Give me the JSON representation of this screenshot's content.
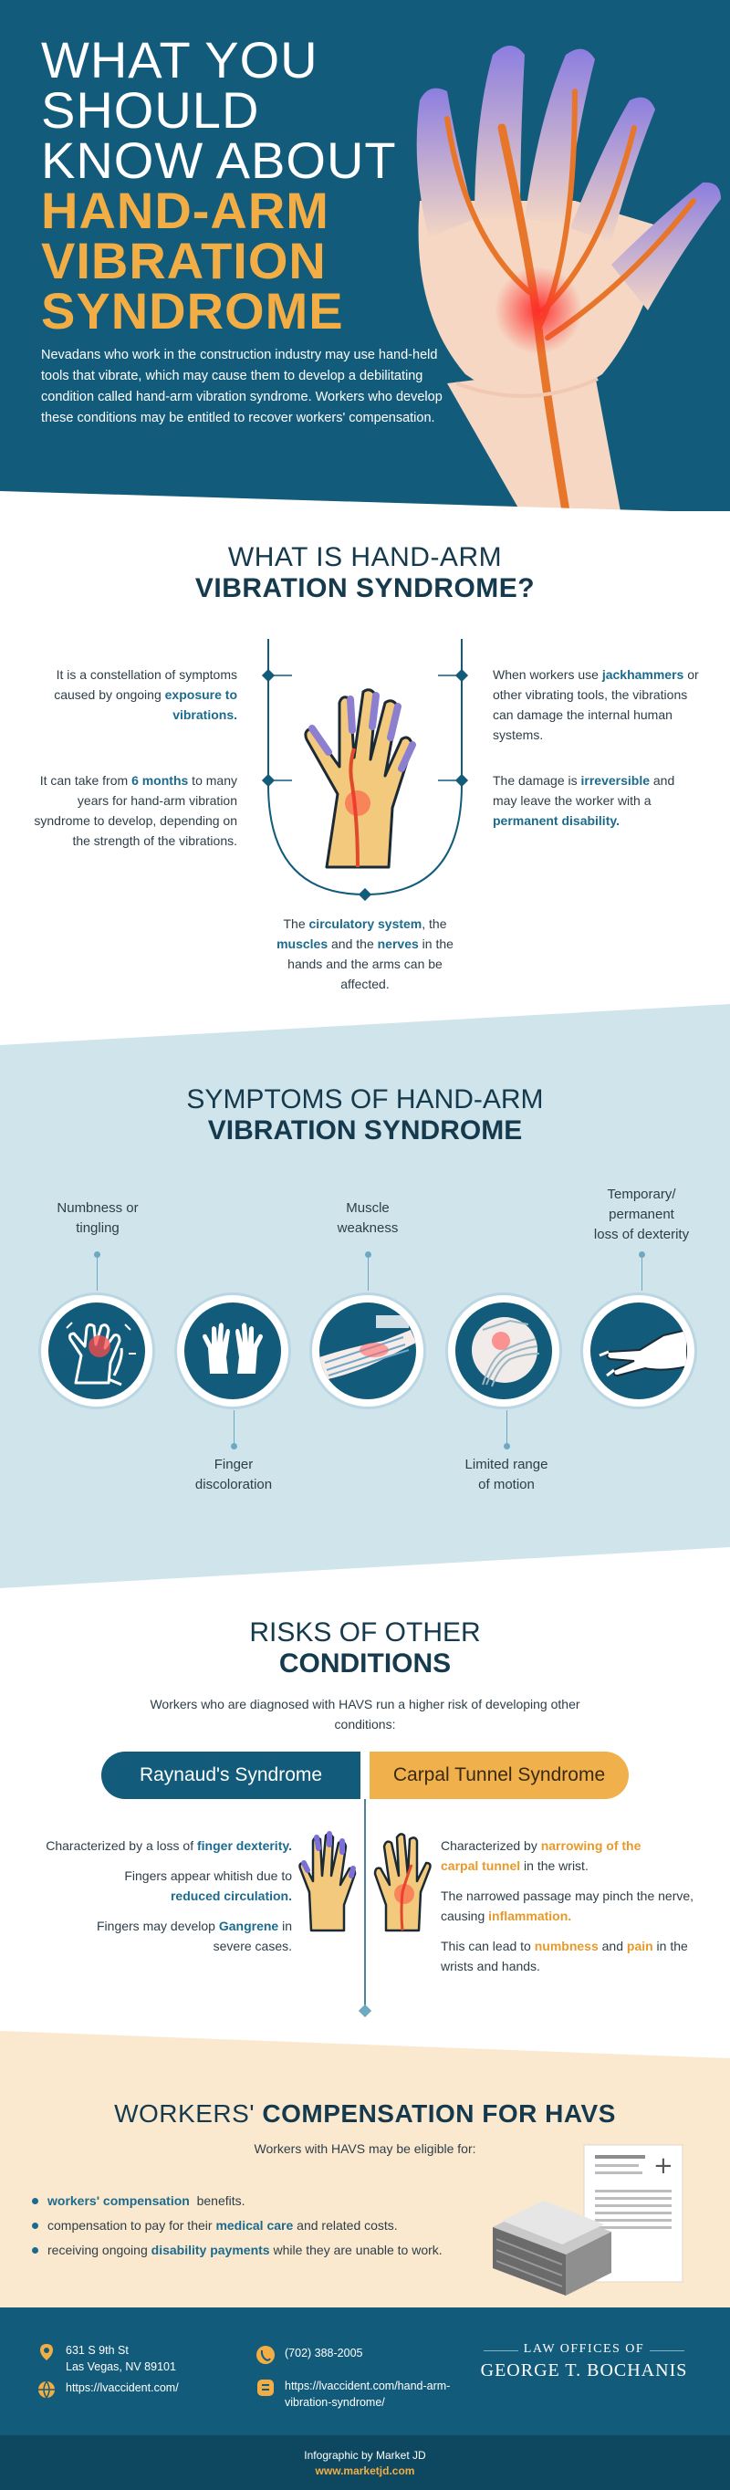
{
  "colors": {
    "navy": "#135b7a",
    "orange": "#f3ad45",
    "light_blue": "#d0e4ec",
    "cream": "#fbe9cf"
  },
  "hero": {
    "title_line1": "WHAT YOU",
    "title_line2": "SHOULD",
    "title_line3": "KNOW ABOUT",
    "accent_line1": "HAND-ARM",
    "accent_line2": "VIBRATION",
    "accent_line3": "SYNDROME",
    "intro": "Nevadans who work in the construction industry may use hand-held tools that vibrate, which may cause them to develop a debilitating condition called hand-arm vibration syndrome. Workers who develop these conditions may be entitled to recover workers' compensation.",
    "illustration": "hand-with-veins-icon"
  },
  "what_is": {
    "title_light": "WHAT IS HAND-ARM",
    "title_bold": "VIBRATION SYNDROME?",
    "left_top": {
      "pre": "It is a constellation of symptoms caused by ongoing ",
      "highlight": "exposure to vibrations."
    },
    "left_bottom": {
      "pre": "It can take from ",
      "highlight": "6 months",
      "post": " to many years for hand-arm vibration syndrome to develop, depending on the strength of the vibrations."
    },
    "right_top": {
      "pre": "When workers use ",
      "highlight": "jackhammers",
      "post": " or other vibrating tools, the vibrations can damage the internal human systems."
    },
    "right_bottom": {
      "pre": "The damage is ",
      "highlight1": "irreversible",
      "mid": " and may leave the worker with a ",
      "highlight2": "permanent disability."
    },
    "bottom": {
      "pre": "The ",
      "h1": "circulatory system",
      "mid1": ", the ",
      "h2": "muscles",
      "mid2": " and the ",
      "h3": "nerves",
      "post": " in the hands and the arms can be affected."
    }
  },
  "symptoms": {
    "title_light": "SYMPTOMS OF HAND-ARM",
    "title_bold": "VIBRATION SYNDROME",
    "items": [
      {
        "label_line1": "Numbness or",
        "label_line2": "tingling",
        "icon": "tingling-hand-icon"
      },
      {
        "label_line1": "Finger",
        "label_line2": "discoloration",
        "icon": "white-hands-icon"
      },
      {
        "label_line1": "Muscle",
        "label_line2": "weakness",
        "icon": "forearm-muscle-icon"
      },
      {
        "label_line1": "Limited range",
        "label_line2": "of motion",
        "icon": "wrist-joint-icon"
      },
      {
        "label_line1": "Temporary/",
        "label_line2": "permanent",
        "label_line3": "loss of dexterity",
        "icon": "pinching-hand-icon"
      }
    ]
  },
  "risks": {
    "title_light": "RISKS OF OTHER",
    "title_bold": "CONDITIONS",
    "intro": "Workers who are diagnosed with HAVS run a higher risk of developing other conditions:",
    "left_pill": "Raynaud's Syndrome",
    "right_pill": "Carpal Tunnel Syndrome",
    "left_items": [
      {
        "pre": "Characterized by a loss of ",
        "highlight": "finger dexterity.",
        "post": ""
      },
      {
        "pre": "Fingers appear whitish due to ",
        "highlight": "reduced circulation.",
        "post": ""
      },
      {
        "pre": "Fingers may develop ",
        "highlight": "Gangrene",
        "post": " in severe cases."
      }
    ],
    "right_items": [
      {
        "pre": "Characterized by ",
        "highlight": "narrowing of the carpal tunnel",
        "post": " in the wrist."
      },
      {
        "pre": "The narrowed passage may pinch the nerve, causing ",
        "highlight": "inflammation.",
        "post": ""
      },
      {
        "pre": "This can lead to ",
        "highlight": "numbness",
        "mid": " and ",
        "highlight2": "pain",
        "post": " in the wrists and hands."
      }
    ]
  },
  "comp": {
    "title_light": "WORKERS'",
    "title_bold": "COMPENSATION FOR HAVS",
    "sub": "Workers with HAVS may be eligible for:",
    "bullets": [
      {
        "highlight": "workers' compensation",
        "post": "  benefits."
      },
      {
        "pre": "compensation to pay for their ",
        "highlight": "medical care",
        "post": " and related costs."
      },
      {
        "pre": "receiving ongoing ",
        "highlight": "disability payments",
        "post": " while they are unable to work."
      }
    ],
    "illustration": "money-and-document-icon"
  },
  "footer": {
    "address_line1": "631 S 9th St",
    "address_line2": "Las Vegas, NV 89101",
    "phone": "(702) 388-2005",
    "website": "https://lvaccident.com/",
    "blog_line1": "https://lvaccident.com/hand-arm-",
    "blog_line2": "vibration-syndrome/",
    "firm_line1": "LAW OFFICES OF",
    "firm_line2": "GEORGE T. BOCHANIS",
    "credit_line1": "Infographic by Market JD",
    "credit_line2": "www.marketjd.com"
  }
}
